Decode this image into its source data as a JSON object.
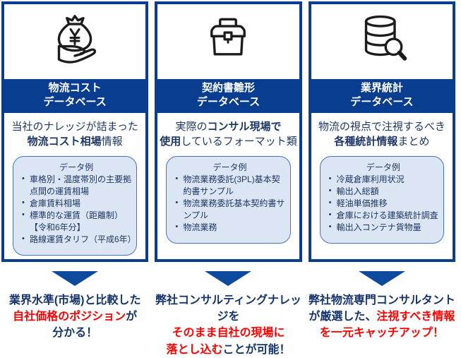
{
  "palette": {
    "primary_blue": "#083d8f",
    "arrow_blue": "#0d4a9e",
    "examples_box_bg": "#dbe5f4",
    "examples_box_border": "#4472c4",
    "body_text_navy": "#1f3864",
    "conclusion_blue": "#16356d",
    "highlight_red": "#ff0000"
  },
  "columns": [
    {
      "icon": "money-bag-on-hand-icon",
      "title1": "物流コスト",
      "title2": "データベース",
      "desc": {
        "s1": "当社のナレッジが詰まった",
        "s2": "物流コスト相場",
        "s3": "情報"
      },
      "examples_label": "データ例",
      "examples": [
        "車格別・温度帯別の主要拠点間の運賃相場",
        "倉庫賃料相場",
        "標準的な運賃（距離制）【令和6年分】",
        "路線運賃タリフ（平成6年）"
      ],
      "conclusion": {
        "s1": "業界水準(市場)と比較した",
        "s2": "自社価格のポジション",
        "s3": "が",
        "s4": "分かる！"
      }
    },
    {
      "icon": "toolbox-icon",
      "title1": "契約書雛形",
      "title2": "データベース",
      "desc": {
        "s1": "実際の",
        "s2": "コンサル現場で",
        "s3": "使用",
        "s4": "しているフォーマット類"
      },
      "examples_label": "データ例",
      "examples": [
        "物流業務委託(3PL)基本契約書サンプル",
        "物流業務委託基本契約書サンプル",
        "物流業務"
      ],
      "conclusion": {
        "s1": "弊社コンサルティングナレッジを",
        "s2": "そのまま自社の現場に",
        "s3": "落とし込む",
        "s4": "ことが可能！"
      }
    },
    {
      "icon": "database-search-icon",
      "title1": "業界統計",
      "title2": "データベース",
      "desc": {
        "s1": "物流の視点で注視するべき",
        "s2": "各種統計情報",
        "s3": "まとめ"
      },
      "examples_label": "データ例",
      "examples": [
        "冷蔵倉庫利用状況",
        "輸出入総額",
        "軽油単価推移",
        "倉庫における建築統計調査",
        "輸出入コンテナ貨物量"
      ],
      "conclusion": {
        "s1": "弊社物流専門コンサルタント",
        "s2": "が厳選した、",
        "s3": "注視すべき情報",
        "s4": "を一元キャッチアップ！"
      }
    }
  ]
}
